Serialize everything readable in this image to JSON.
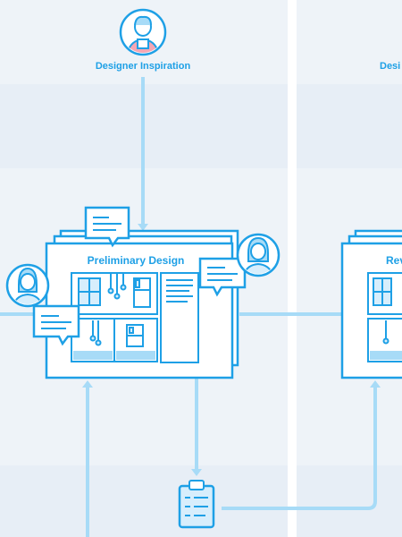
{
  "diagram": {
    "lanes": {
      "left_top_label": "Designer Inspiration",
      "right_top_label_partial": "Desi"
    },
    "boards": {
      "main_title": "Preliminary Design",
      "right_title_partial": "Rev"
    },
    "colors": {
      "background": "#eef3f8",
      "band": "#e7eef6",
      "divider": "#ffffff",
      "accent": "#1ea0e6",
      "accent_light": "#a7dbf7",
      "accent_fill": "#d7eefc",
      "white": "#ffffff"
    },
    "icons": {
      "designer_avatar": "designer-avatar-icon",
      "left_avatar": "collaborator-avatar-icon",
      "right_avatar": "collaborator-avatar-icon",
      "speech_bubble": "speech-bubble-icon",
      "clipboard": "clipboard-icon"
    }
  }
}
